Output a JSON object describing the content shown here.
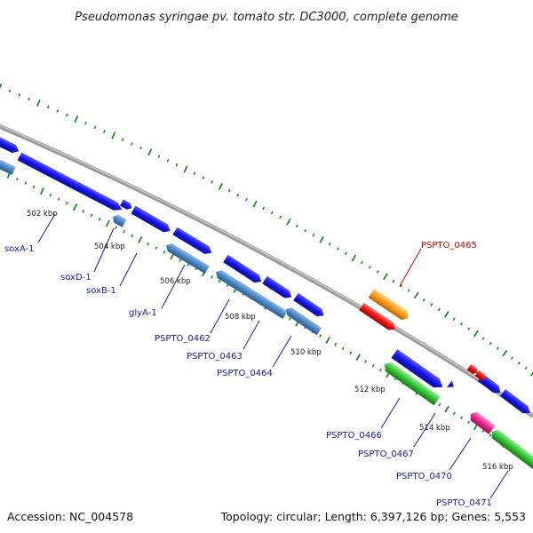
{
  "title": "Pseudomonas syringae pv. tomato str. DC3000, complete genome",
  "footer": {
    "accession": "Accession: NC_004578",
    "summary": "Topology: circular; Length: 6,397,126 bp; Genes: 5,553"
  },
  "kbp_ticks": [
    "502 kbp",
    "504 kbp",
    "506 kbp",
    "508 kbp",
    "510 kbp",
    "512 kbp",
    "514 kbp",
    "516 kbp"
  ],
  "gene_labels": [
    "soxA-1",
    "soxD-1",
    "soxB-1",
    "glyA-1",
    "PSPTO_0462",
    "PSPTO_0463",
    "PSPTO_0464",
    "PSPTO_0465",
    "PSPTO_0466",
    "PSPTO_0467",
    "PSPTO_0470",
    "PSPTO_0471"
  ],
  "colors": {
    "backbone": "#8a8a8a",
    "forward": "#1f1fe0",
    "reverse": "#4a86c4",
    "green": "#3cc83c",
    "orange": "#ff9a1a",
    "red": "#ee1111",
    "magenta": "#e8268f",
    "tick": "#1e8a1e",
    "label_line": "#1a1aa8"
  }
}
